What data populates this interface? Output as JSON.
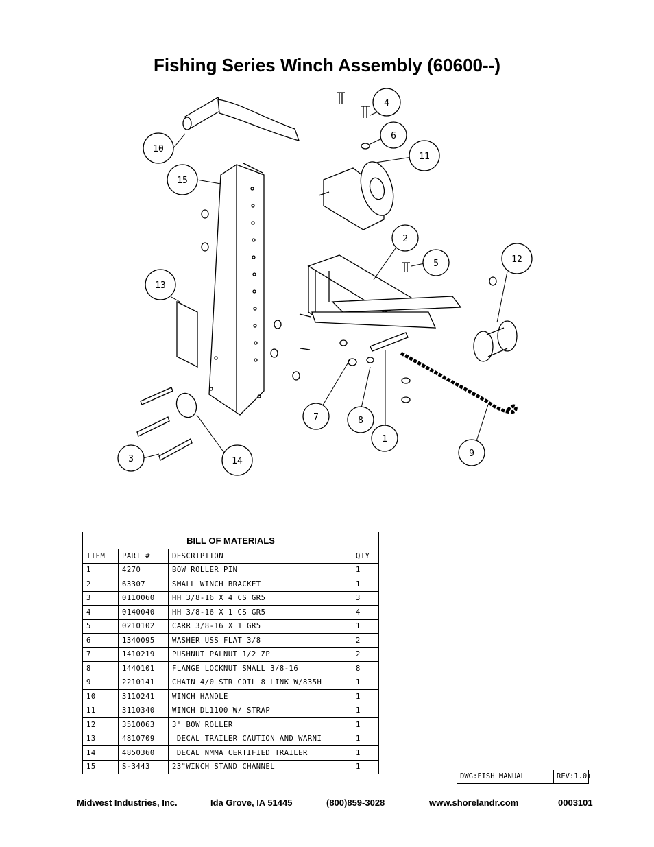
{
  "title": "Fishing Series Winch Assembly (60600--)",
  "callouts": [
    "1",
    "2",
    "3",
    "4",
    "5",
    "6",
    "7",
    "8",
    "9",
    "10",
    "11",
    "12",
    "13",
    "14",
    "15"
  ],
  "bom": {
    "title": "BILL OF MATERIALS",
    "headers": [
      "ITEM",
      "PART #",
      "DESCRIPTION",
      "QTY"
    ],
    "rows": [
      [
        "1",
        "4270",
        "BOW ROLLER PIN",
        "1"
      ],
      [
        "2",
        "63307",
        "SMALL WINCH BRACKET",
        "1"
      ],
      [
        "3",
        "0110060",
        "HH 3/8-16 X 4 CS GR5",
        "3"
      ],
      [
        "4",
        "0140040",
        "HH 3/8-16 X 1 CS GR5",
        "4"
      ],
      [
        "5",
        "0210102",
        "CARR 3/8-16 X 1 GR5",
        "1"
      ],
      [
        "6",
        "1340095",
        "WASHER USS FLAT 3/8",
        "2"
      ],
      [
        "7",
        "1410219",
        "PUSHNUT PALNUT 1/2 ZP",
        "2"
      ],
      [
        "8",
        "1440101",
        "FLANGE LOCKNUT SMALL 3/8-16",
        "8"
      ],
      [
        "9",
        "2210141",
        "CHAIN 4/0 STR COIL 8 LINK W/835H",
        "1"
      ],
      [
        "10",
        "3110241",
        "WINCH HANDLE",
        "1"
      ],
      [
        "11",
        "3110340",
        "WINCH DL1100 W/ STRAP",
        "1"
      ],
      [
        "12",
        "3510063",
        "3\" BOW ROLLER",
        "1"
      ],
      [
        "13",
        "4810709",
        " DECAL TRAILER CAUTION AND WARNI",
        "1"
      ],
      [
        "14",
        "4850360",
        " DECAL NMMA CERTIFIED TRAILER",
        "1"
      ],
      [
        "15",
        "S-3443",
        "23\"WINCH STAND CHANNEL",
        "1"
      ]
    ]
  },
  "drawing_block": {
    "dwg": "DWG:FISH_MANUAL",
    "rev": "REV:1.0+"
  },
  "footer": {
    "company": "Midwest Industries, Inc.",
    "location": "Ida Grove, IA  51445",
    "phone": "(800)859-3028",
    "website": "www.shorelandr.com",
    "code": "0003101"
  }
}
